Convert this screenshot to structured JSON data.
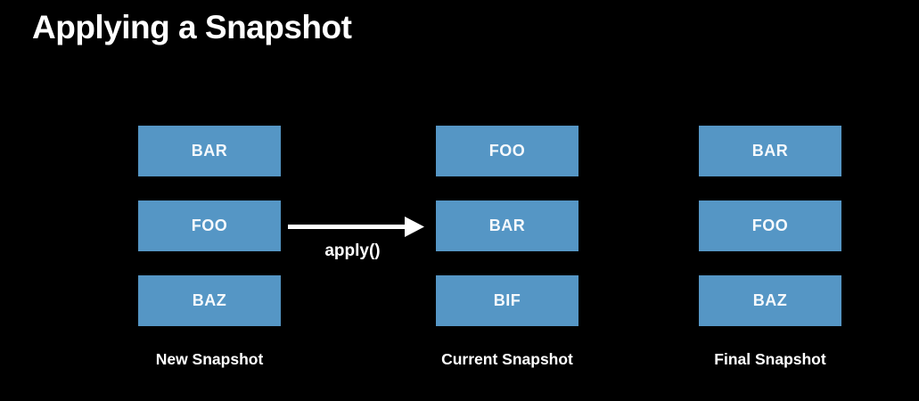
{
  "slide": {
    "title": "Applying a Snapshot",
    "background_color": "#000000",
    "box_color": "#5596C5",
    "text_color": "#FFFFFF"
  },
  "arrow": {
    "label": "apply()",
    "icon": "arrow-right-icon",
    "color": "#FFFFFF"
  },
  "columns": [
    {
      "label": "New Snapshot",
      "items": [
        "BAR",
        "FOO",
        "BAZ"
      ]
    },
    {
      "label": "Current Snapshot",
      "items": [
        "FOO",
        "BAR",
        "BIF"
      ]
    },
    {
      "label": "Final Snapshot",
      "items": [
        "BAR",
        "FOO",
        "BAZ"
      ]
    }
  ]
}
